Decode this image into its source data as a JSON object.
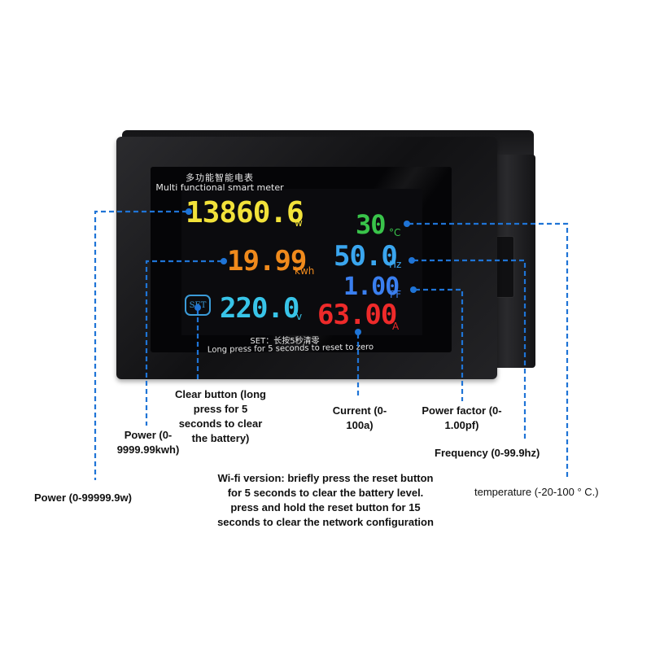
{
  "meter": {
    "title_cn": "多功能智能电表",
    "title_en": "Multi functional smart meter",
    "power_value": "13860.6",
    "power_unit": "w",
    "energy_value": "19.99",
    "energy_unit": "kwh",
    "voltage_value": "220.0",
    "voltage_unit": "v",
    "temperature_value": "30",
    "temperature_unit": "°C",
    "frequency_value": "50.0",
    "frequency_unit": "Hz",
    "pf_value": "1.00",
    "pf_unit": "PF",
    "current_value": "63.00",
    "current_unit": "A",
    "set_button_label": "SET",
    "set_hint_cn": "SET：长按5秒清零",
    "set_hint_en": "Long press for 5 seconds to reset to zero"
  },
  "colors": {
    "power": "#f2e23a",
    "energy": "#f08a1c",
    "voltage": "#38c4e8",
    "temperature": "#39c44a",
    "frequency": "#3aa6ef",
    "pf": "#3a7ff0",
    "current": "#ee2a2a",
    "callout": "#1f74d6"
  },
  "callouts": {
    "power_w": "Power (0-99999.9w)",
    "power_kwh_line1": "Power (0-",
    "power_kwh_line2": "9999.99kwh)",
    "clear_line1": "Clear button (long",
    "clear_line2": "press for 5",
    "clear_line3": "seconds to clear",
    "clear_line4": "the battery)",
    "current_line1": "Current (0-",
    "current_line2": "100a)",
    "pf_line1": "Power factor (0-",
    "pf_line2": "1.00pf)",
    "frequency": "Frequency (0-99.9hz)",
    "temperature": "temperature (-20-100 ° C.)",
    "wifi_line1": "Wi-fi version: briefly press the reset button",
    "wifi_line2": "for 5 seconds to clear the battery level.",
    "wifi_line3": "press and hold the reset button for 15",
    "wifi_line4": "seconds to clear the network configuration"
  }
}
